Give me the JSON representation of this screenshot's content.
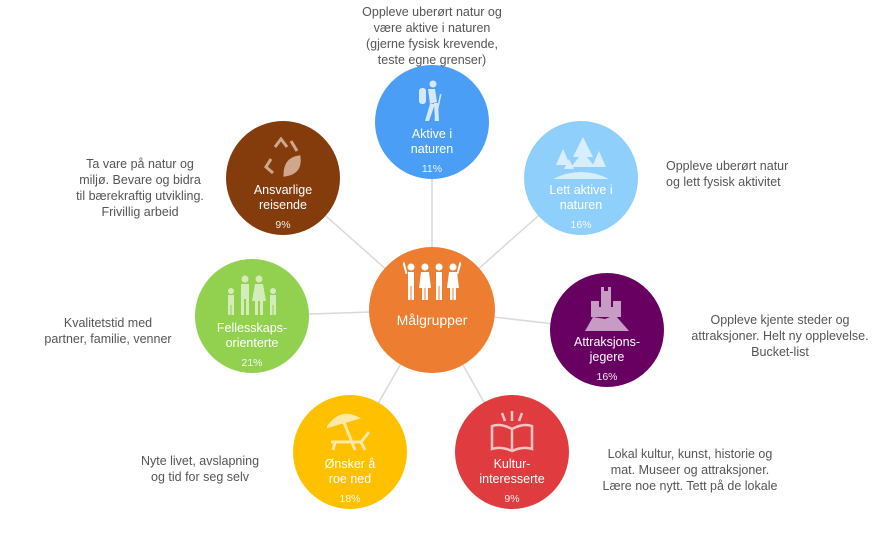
{
  "center": {
    "label": "Målgrupper",
    "color": "#ED7D31",
    "icon": "group-cheering-icon"
  },
  "groups": [
    {
      "id": "aktive",
      "label": "Aktive i\nnaturen",
      "percent": "11%",
      "color": "#4A9EF5",
      "icon": "hiker-icon",
      "description": "Oppleve uberørt natur og\nvære aktive i naturen\n(gjerne fysisk krevende,\nteste egne grenser)"
    },
    {
      "id": "lett",
      "label": "Lett aktive i\nnaturen",
      "percent": "16%",
      "color": "#8FCFFB",
      "icon": "trees-icon",
      "description": "Oppleve uberørt natur\nog lett fysisk aktivitet"
    },
    {
      "id": "attraksjon",
      "label": "Attraksjons-\njegere",
      "percent": "16%",
      "color": "#680062",
      "icon": "castle-icon",
      "description": "Oppleve kjente steder og\nattraksjoner. Helt ny opplevelse.\nBucket-list"
    },
    {
      "id": "kultur",
      "label": "Kultur-\ninteresserte",
      "percent": "9%",
      "color": "#E03C40",
      "icon": "book-icon",
      "description": "Lokal kultur, kunst, historie og\nmat. Museer og attraksjoner.\nLære noe nytt. Tett på de lokale"
    },
    {
      "id": "roe",
      "label": "Ønsker å\nroe ned",
      "percent": "18%",
      "color": "#FFC000",
      "icon": "beach-chair-icon",
      "description": "Nyte livet, avslapning\nog tid for seg selv"
    },
    {
      "id": "felles",
      "label": "Fellesskaps-\norienterte",
      "percent": "21%",
      "color": "#92D050",
      "icon": "family-icon",
      "description": "Kvalitetstid med\npartner, familie, venner"
    },
    {
      "id": "ansvarlige",
      "label": "Ansvarlige\nreisende",
      "percent": "9%",
      "color": "#843C0C",
      "icon": "recycle-leaf-icon",
      "description": "Ta vare på natur og\nmiljø. Bevare og bidra\ntil bærekraftig utvikling.\nFrivillig arbeid"
    }
  ]
}
